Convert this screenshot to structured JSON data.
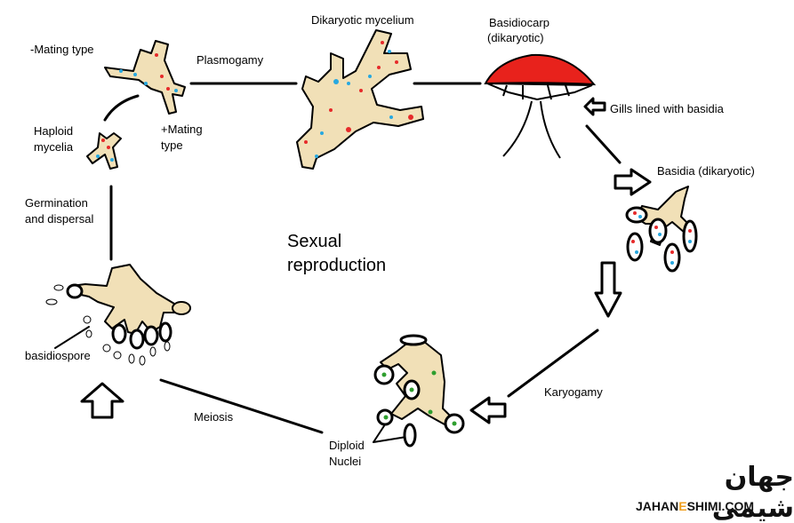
{
  "labels": {
    "mating_minus": "-Mating type",
    "plasmogamy": "Plasmogamy",
    "dikaryotic_mycelium": "Dikaryotic mycelium",
    "basidiocarp_line1": "Basidiocarp",
    "basidiocarp_line2": "(dikaryotic)",
    "gills": "Gills lined with basidia",
    "haploid_line1": "Haploid",
    "haploid_line2": "mycelia",
    "mating_plus_line1": "+Mating",
    "mating_plus_line2": "type",
    "basidia": "Basidia (dikaryotic)",
    "germination_line1": "Germination",
    "germination_line2": "and dispersal",
    "center_line1": "Sexual",
    "center_line2": "reproduction",
    "basidiospore": "basidiospore",
    "karyogamy": "Karyogamy",
    "meiosis": "Meiosis",
    "diploid_line1": "Diploid",
    "diploid_line2": "Nuclei"
  },
  "watermark": {
    "persian": "جهان شیمی",
    "english_prefix": "JAHAN",
    "english_e": "E",
    "english_suffix": "SHIMI.COM"
  },
  "colors": {
    "hypha_fill": "#f1e0b7",
    "cap_red": "#e8221c",
    "nucleus_red": "#e62a2a",
    "nucleus_blue": "#27a8e0",
    "nucleus_green": "#2e9e2e",
    "watermark_accent": "#f0a020"
  }
}
